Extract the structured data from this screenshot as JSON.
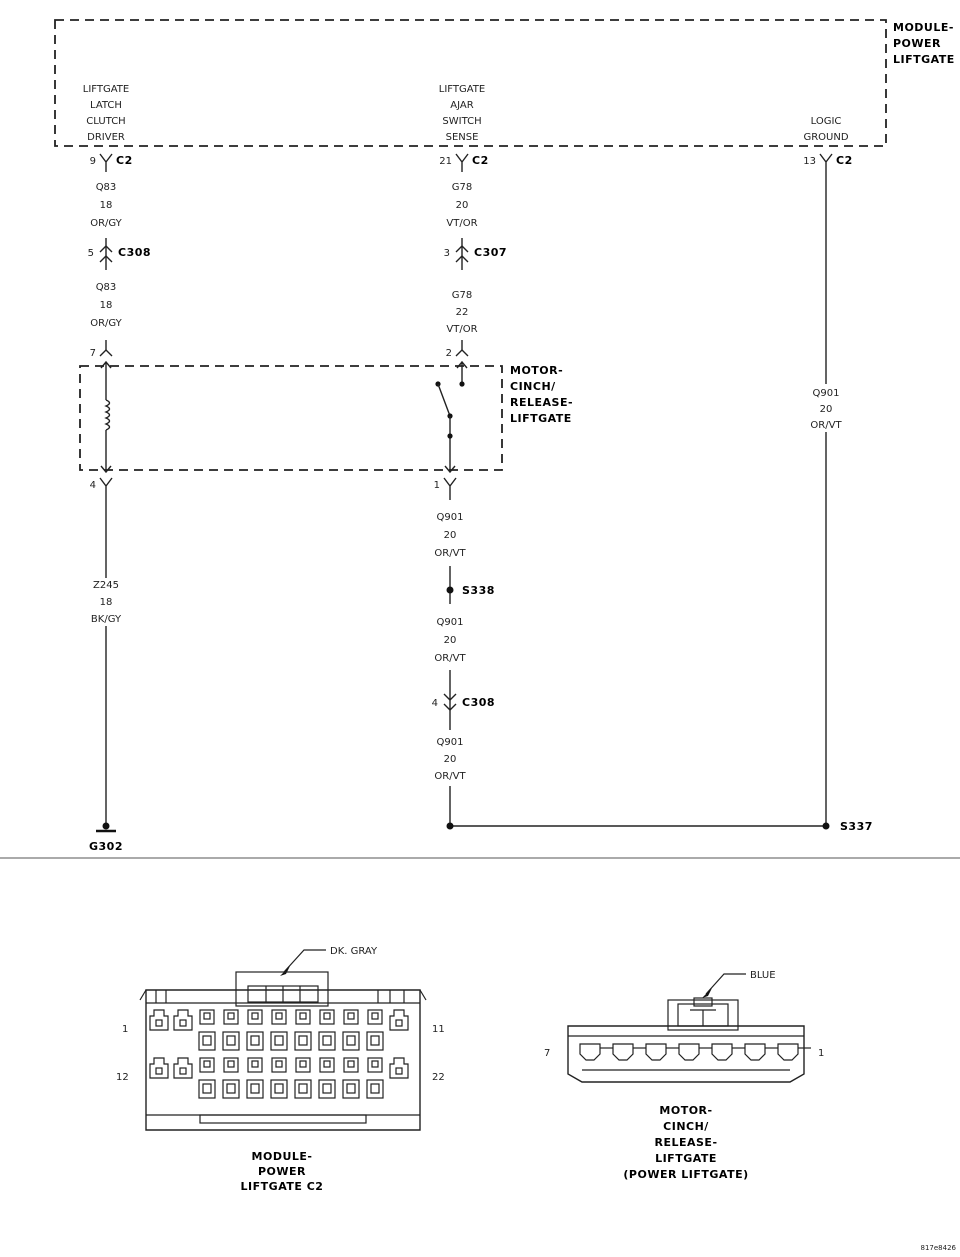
{
  "module": {
    "title": [
      "MODULE-",
      "POWER",
      "LIFTGATE"
    ],
    "pins": [
      {
        "name": [
          "LIFTGATE",
          "LATCH",
          "CLUTCH",
          "DRIVER"
        ],
        "pin": "9",
        "conn": "C2"
      },
      {
        "name": [
          "LIFTGATE",
          "AJAR",
          "SWITCH",
          "SENSE"
        ],
        "pin": "21",
        "conn": "C2"
      },
      {
        "name": [
          "LOGIC",
          "GROUND"
        ],
        "pin": "13",
        "conn": "C2"
      }
    ]
  },
  "wires": {
    "q83_a": [
      "Q83",
      "18",
      "OR/GY"
    ],
    "q83_b": [
      "Q83",
      "18",
      "OR/GY"
    ],
    "g78_a": [
      "G78",
      "20",
      "VT/OR"
    ],
    "g78_b": [
      "G78",
      "22",
      "VT/OR"
    ],
    "q901_right": [
      "Q901",
      "20",
      "OR/VT"
    ],
    "q901_a": [
      "Q901",
      "20",
      "OR/VT"
    ],
    "q901_b": [
      "Q901",
      "20",
      "OR/VT"
    ],
    "q901_c": [
      "Q901",
      "20",
      "OR/VT"
    ],
    "z245": [
      "Z245",
      "18",
      "BK/GY"
    ]
  },
  "connectors": {
    "c308_left": {
      "pin": "5",
      "name": "C308"
    },
    "c307": {
      "pin": "3",
      "name": "C307"
    },
    "c308_mid": {
      "pin": "4",
      "name": "C308"
    }
  },
  "motor": {
    "title": [
      "MOTOR-",
      "CINCH/",
      "RELEASE-",
      "LIFTGATE"
    ],
    "pins": {
      "p7": "7",
      "p2": "2",
      "p4": "4",
      "p1": "1"
    }
  },
  "splices": {
    "s338": "S338",
    "s337": "S337"
  },
  "ground": {
    "g302": "G302"
  },
  "bottom": {
    "c2_label": [
      "MODULE-",
      "POWER",
      "LIFTGATE C2"
    ],
    "c2_color": "DK. GRAY",
    "c2_pins": {
      "p1": "1",
      "p11": "11",
      "p12": "12",
      "p22": "22"
    },
    "motor_label": [
      "MOTOR-",
      "CINCH/",
      "RELEASE-",
      "LIFTGATE",
      "(POWER LIFTGATE)"
    ],
    "motor_color": "BLUE",
    "motor_pins": {
      "p7": "7",
      "p1": "1"
    }
  },
  "figure_id": "817e8426"
}
